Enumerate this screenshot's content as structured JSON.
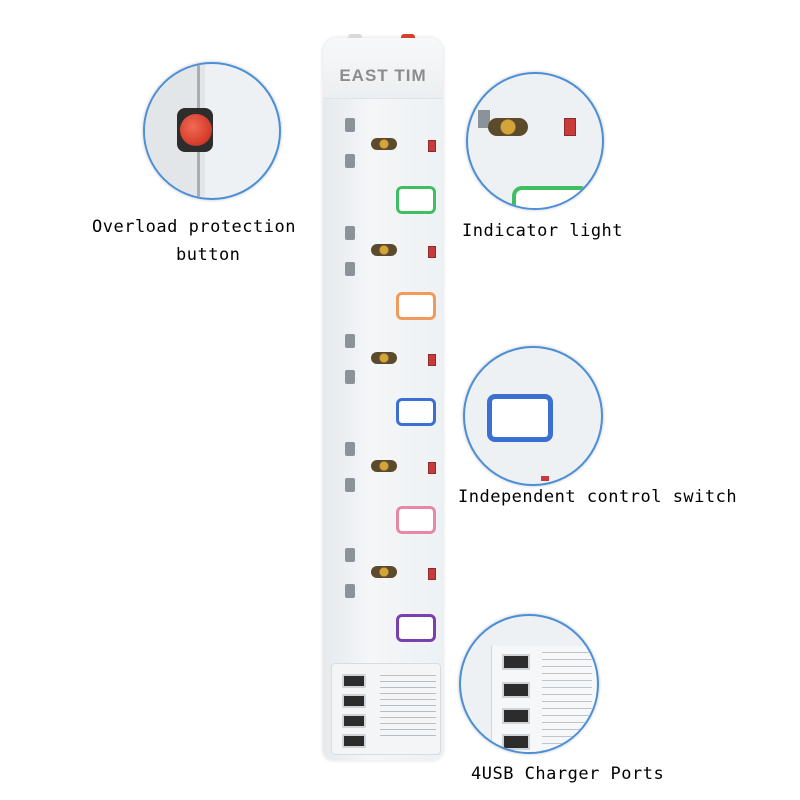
{
  "brand": "EAST TIM",
  "outlets": [
    {
      "switch_color": "#3fbf63"
    },
    {
      "switch_color": "#f29a5a"
    },
    {
      "switch_color": "#3c6fd2"
    },
    {
      "switch_color": "#e48aa4"
    },
    {
      "switch_color": "#7a3fb0"
    }
  ],
  "callouts": {
    "overload": {
      "line1": "Overload protection",
      "line2": "button"
    },
    "indicator": {
      "label": "Indicator light"
    },
    "switch": {
      "label": "Independent control switch"
    },
    "usb": {
      "label": "4USB Charger Ports"
    }
  },
  "colors": {
    "zoom_border": "#4a8fd8",
    "overload_button": "#d8402e",
    "led": "#c93b3b"
  }
}
